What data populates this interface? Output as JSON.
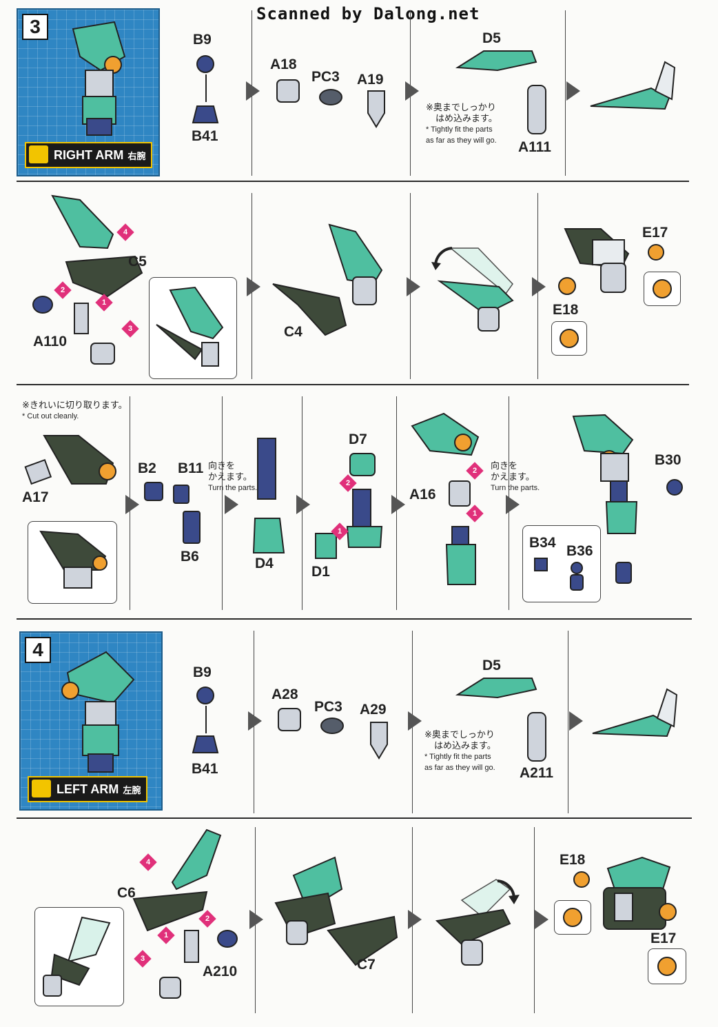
{
  "header": {
    "scanned_by": "Scanned by Dalong.net"
  },
  "step3": {
    "number": "3",
    "label_en": "RIGHT ARM",
    "label_jp": "右腕",
    "row1": {
      "p1": "B9",
      "p2": "B41",
      "p3": "A18",
      "p4": "PC3",
      "p5": "A19",
      "p6": "D5",
      "p7": "A111",
      "note_jp1": "※奥までしっかり",
      "note_jp2": "はめ込みます。",
      "note_en1": "* Tightly fit the parts",
      "note_en2": "as far as they will go."
    },
    "row2": {
      "p1": "C5",
      "p2": "A110",
      "p3": "C4",
      "p4": "E17",
      "p5": "E18",
      "b1": "1",
      "b2": "2",
      "b3": "3",
      "b4": "4"
    },
    "row3": {
      "p1": "A17",
      "p2": "B2",
      "p3": "B11",
      "p4": "B6",
      "p5": "D4",
      "p6": "D7",
      "p7": "D1",
      "p8": "A16",
      "p9": "B30",
      "p10": "B34",
      "p11": "B36",
      "cut_jp": "※きれいに切り取ります。",
      "cut_en": "* Cut out cleanly.",
      "turn_jp1": "向きを",
      "turn_jp2": "かえます。",
      "turn_en": "Turn the parts.",
      "b1": "1",
      "b2": "2"
    }
  },
  "step4": {
    "number": "4",
    "label_en": "LEFT ARM",
    "label_jp": "左腕",
    "row1": {
      "p1": "B9",
      "p2": "B41",
      "p3": "A28",
      "p4": "PC3",
      "p5": "A29",
      "p6": "D5",
      "p7": "A211",
      "note_jp1": "※奥までしっかり",
      "note_jp2": "はめ込みます。",
      "note_en1": "* Tightly fit the parts",
      "note_en2": "as far as they will go."
    },
    "row2": {
      "p1": "C6",
      "p2": "A210",
      "p3": "C7",
      "p4": "E18",
      "p5": "E17",
      "b1": "1",
      "b2": "2",
      "b3": "3",
      "b4": "4"
    }
  },
  "colors": {
    "mint": "#4fbfa0",
    "dark_green": "#3e4a3a",
    "navy": "#3a4a8a",
    "orange": "#f0a030",
    "grey": "#cfd4dc",
    "pink": "#e0307a",
    "blue_panel": "#2f86c3"
  }
}
